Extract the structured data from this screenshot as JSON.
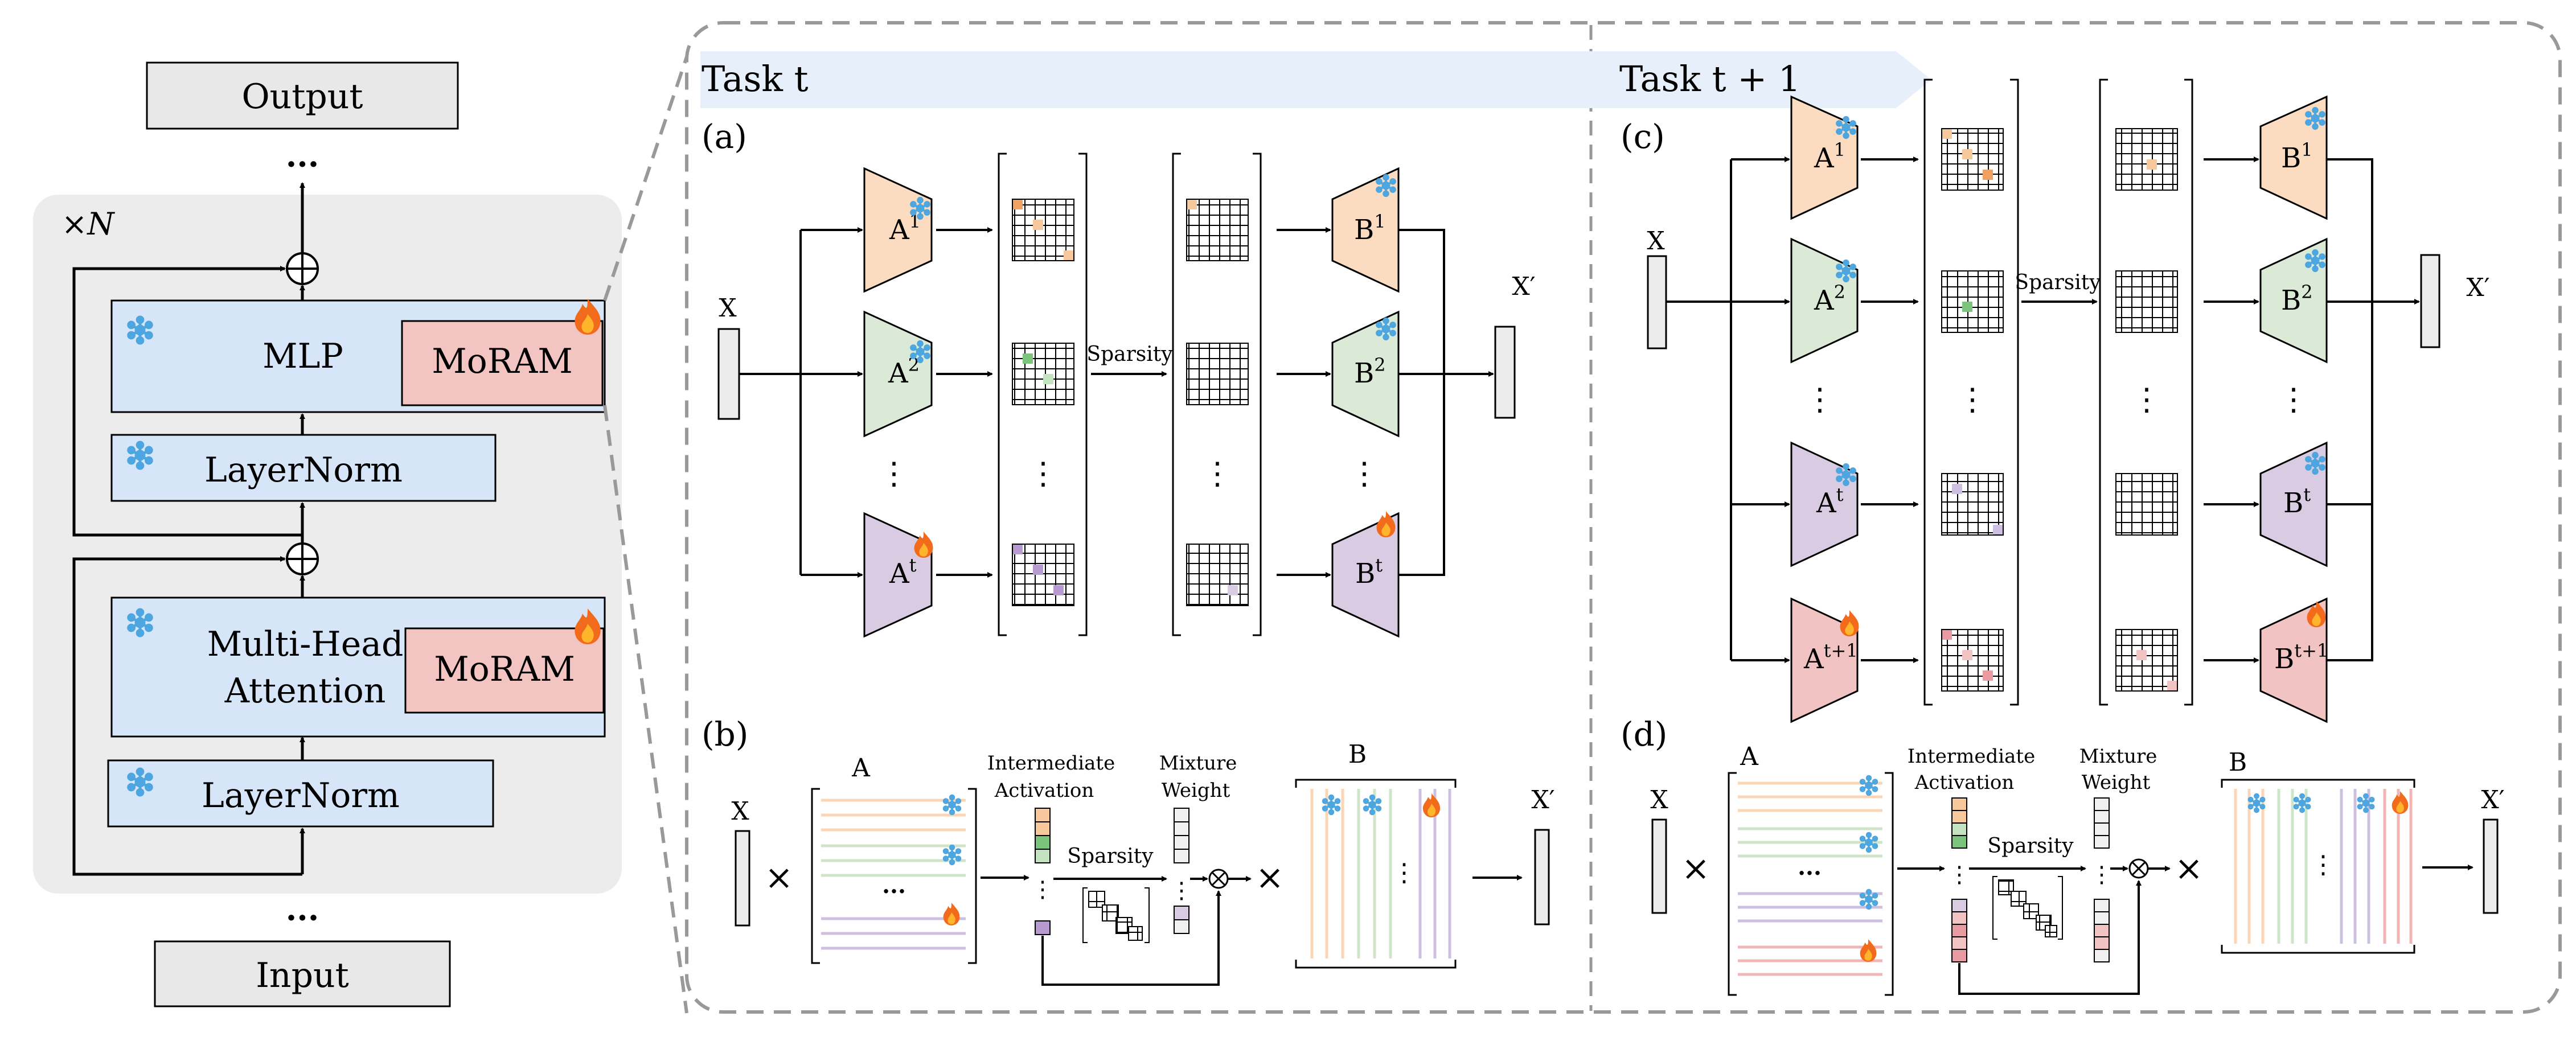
{
  "left_panel": {
    "output_label": "Output",
    "input_label": "Input",
    "repeat_label": "×N",
    "mlp_label": "MLP",
    "moram_label": "MoRAM",
    "layernorm_label": "LayerNorm",
    "mha_line1": "Multi-Head",
    "mha_line2": "Attention",
    "dots": "···"
  },
  "task_t": {
    "title": "Task t",
    "panel_a": "(a)",
    "panel_b": "(b)"
  },
  "task_t1": {
    "title": "Task t + 1",
    "panel_c": "(c)",
    "panel_d": "(d)"
  },
  "labels": {
    "x": "X",
    "x_prime": "X′",
    "sparsity": "Sparsity",
    "A": "A",
    "B": "B",
    "intermediate_line1": "Intermediate",
    "intermediate_line2": "Activation",
    "mixture_line1": "Mixture",
    "mixture_line2": "Weight",
    "times": "×",
    "vdots": "⋮",
    "hdots": "···"
  },
  "experts": {
    "A1_base": "A",
    "A1_sup": "1",
    "A2_base": "A",
    "A2_sup": "2",
    "At_base": "A",
    "At_sup": "t",
    "At1_base": "A",
    "At1_sup": "t+1",
    "B1_base": "B",
    "B1_sup": "1",
    "B2_base": "B",
    "B2_sup": "2",
    "Bt_base": "B",
    "Bt_sup": "t",
    "Bt1_base": "B",
    "Bt1_sup": "t+1"
  },
  "colors": {
    "orange": "#fbdcc0",
    "green": "#dbead6",
    "purple": "#d8cbe2",
    "pink": "#f1c3c3",
    "blue_box": "#d6e6f8",
    "moram": "#f3c5c2",
    "gray_bg": "#ececec",
    "gray_box": "#e8e8e8",
    "frozen": "#4da6e0",
    "fire": "#f06a1e"
  },
  "icons": [
    "snowflake-icon",
    "fire-icon",
    "circle-plus-icon",
    "circle-times-icon"
  ]
}
